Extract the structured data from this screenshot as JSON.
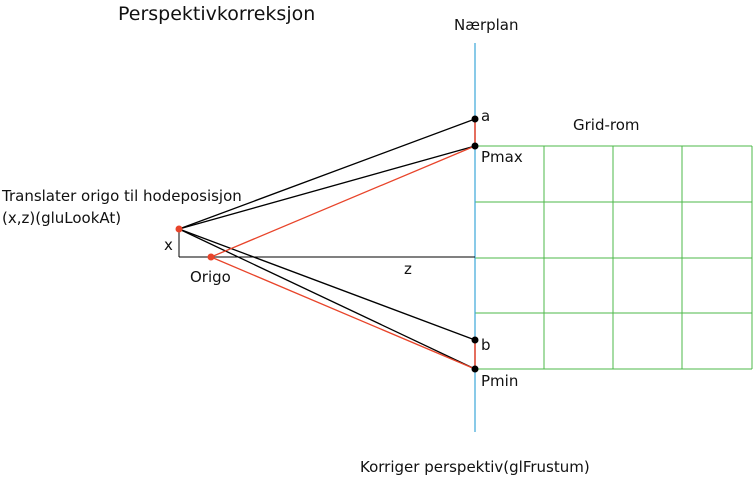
{
  "title": "Perspektivkorreksjon",
  "near_plane_label": "Nærplan",
  "grid_label": "Grid-rom",
  "head_note": {
    "line1": "Translater origo til hodeposisjon",
    "line2": "(x,z)(gluLookAt)"
  },
  "point_labels": {
    "a": "a",
    "pmax": "Pmax",
    "b": "b",
    "pmin": "Pmin",
    "origo": "Origo"
  },
  "axis_labels": {
    "x": "x",
    "z": "z"
  },
  "bottom_caption": "Korriger perspektiv(glFrustum)",
  "colors": {
    "near_plane": "#3ba7d8",
    "grid": "#4cb848",
    "red": "#e8442a",
    "black": "#000000"
  }
}
